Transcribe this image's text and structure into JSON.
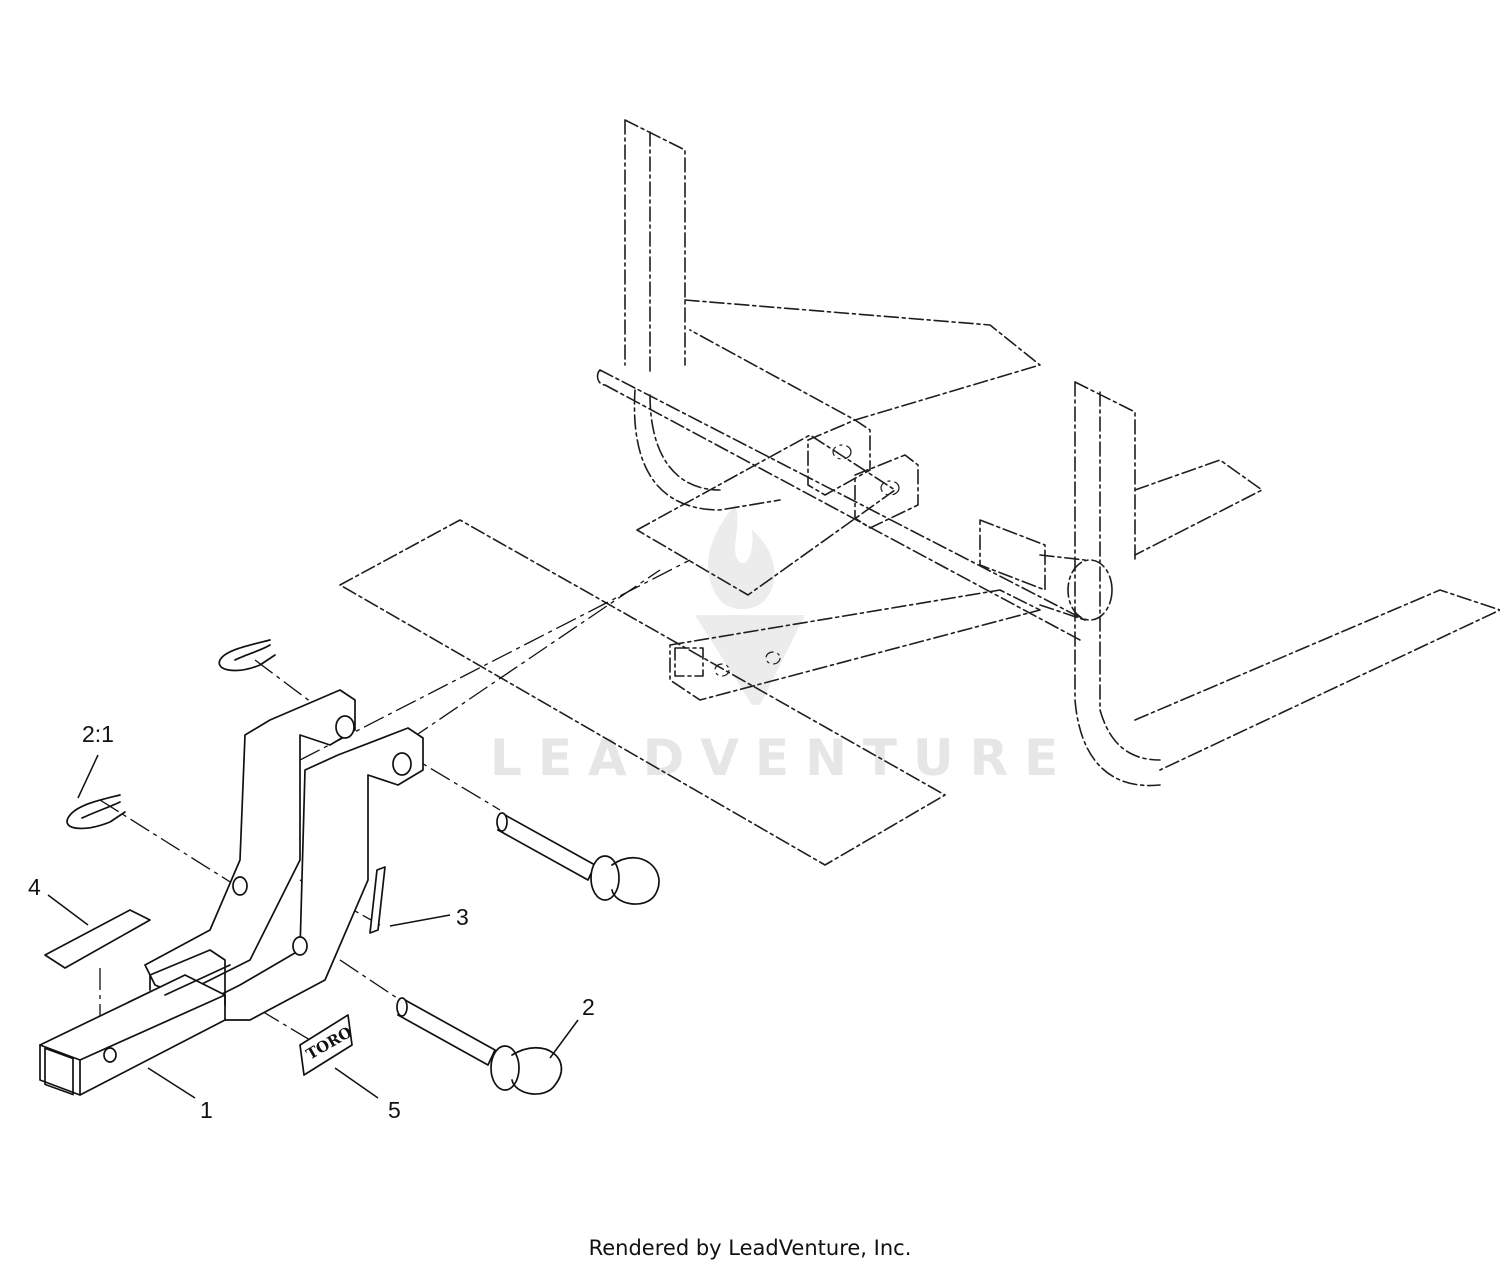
{
  "callouts": {
    "part_1": "1",
    "part_2": "2",
    "part_2_1": "2:1",
    "part_3": "3",
    "part_4": "4",
    "part_5": "5"
  },
  "decal_text": "TORO",
  "watermark": {
    "text": "LEADVENTURE",
    "logo": "leadventure-flame-logo"
  },
  "footer": "Rendered by LeadVenture, Inc.",
  "colors": {
    "line": "#111111",
    "watermark": "#e6e6e6",
    "background": "#ffffff"
  }
}
